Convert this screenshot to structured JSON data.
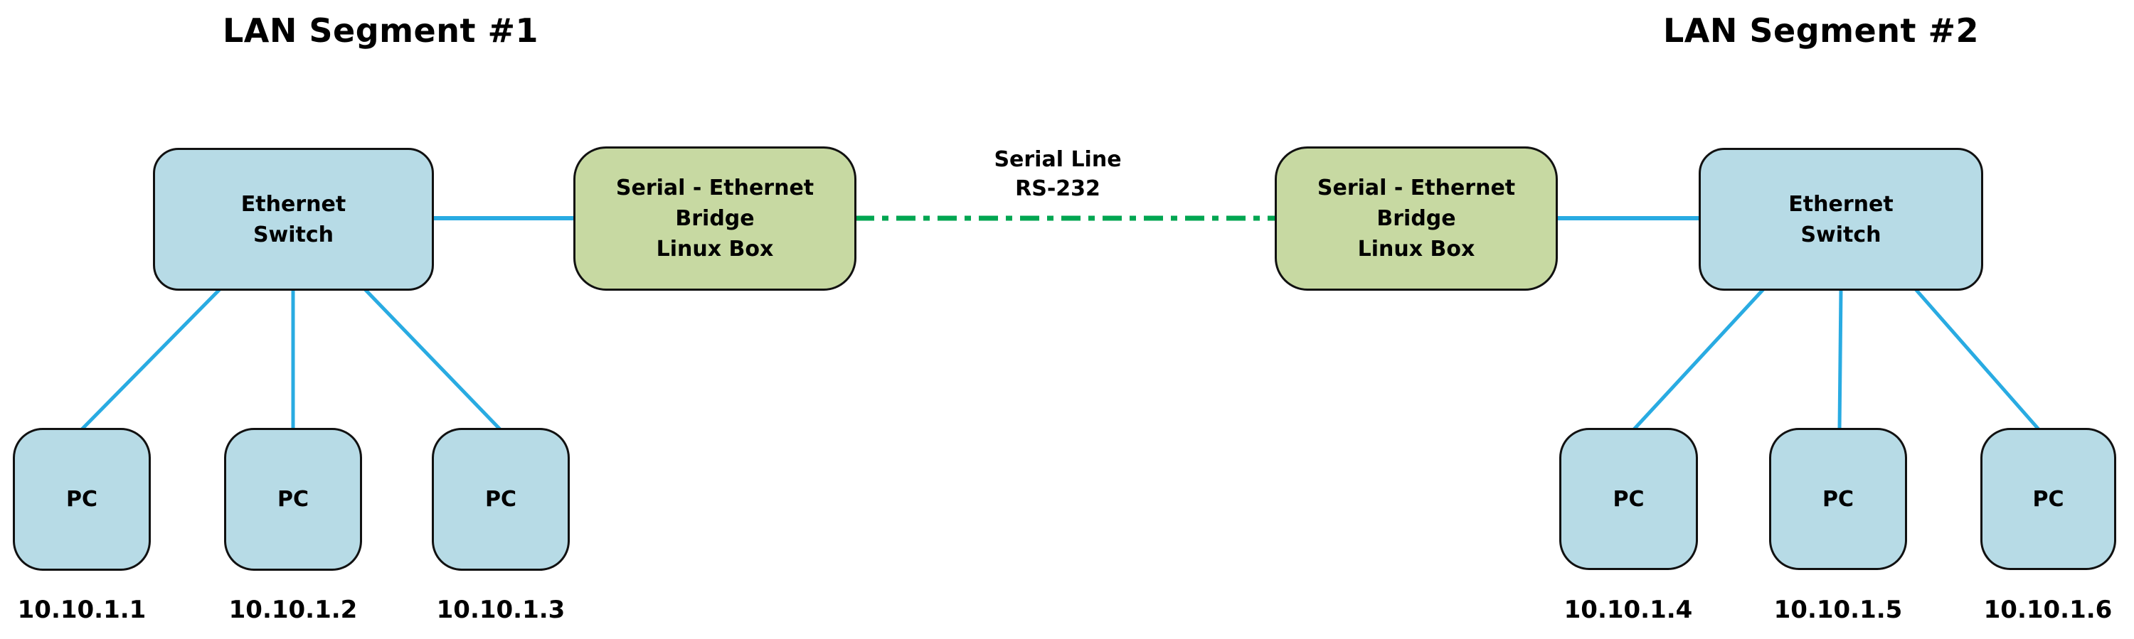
{
  "titles": {
    "segment1": "LAN Segment #1",
    "segment2": "LAN Segment #2"
  },
  "nodes": {
    "switch1": {
      "label": "Ethernet\nSwitch"
    },
    "bridge1": {
      "label": "Serial - Ethernet\nBridge\nLinux Box"
    },
    "bridge2": {
      "label": "Serial - Ethernet\nBridge\nLinux Box"
    },
    "switch2": {
      "label": "Ethernet\nSwitch"
    },
    "pc1": {
      "label": "PC",
      "ip": "10.10.1.1"
    },
    "pc2": {
      "label": "PC",
      "ip": "10.10.1.2"
    },
    "pc3": {
      "label": "PC",
      "ip": "10.10.1.3"
    },
    "pc4": {
      "label": "PC",
      "ip": "10.10.1.4"
    },
    "pc5": {
      "label": "PC",
      "ip": "10.10.1.5"
    },
    "pc6": {
      "label": "PC",
      "ip": "10.10.1.6"
    }
  },
  "links": {
    "serial_label": "Serial Line\nRS-232"
  },
  "colors": {
    "switch_pc_fill": "#b7dbe6",
    "bridge_fill": "#c7d9a2",
    "node_border": "#111111",
    "ethernet_link": "#29abe2",
    "serial_link": "#00a651",
    "text": "#000000"
  }
}
